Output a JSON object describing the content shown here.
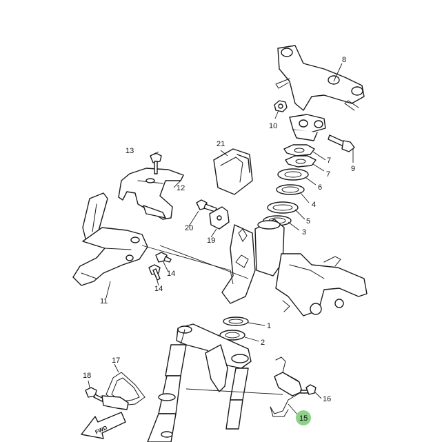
{
  "diagram": {
    "fwd_label": "FWD",
    "highlight_color": "#8fd18a",
    "callouts": {
      "c1": "1",
      "c2": "2",
      "c3": "3",
      "c4": "4",
      "c5": "5",
      "c6": "6",
      "c7a": "7",
      "c7b": "7",
      "c8": "8",
      "c9": "9",
      "c10": "10",
      "c11": "11",
      "c12": "12",
      "c13": "13",
      "c14a": "14",
      "c14b": "14",
      "c15": "15",
      "c16": "16",
      "c17": "17",
      "c18": "18",
      "c19": "19",
      "c20": "20",
      "c21": "21"
    }
  }
}
